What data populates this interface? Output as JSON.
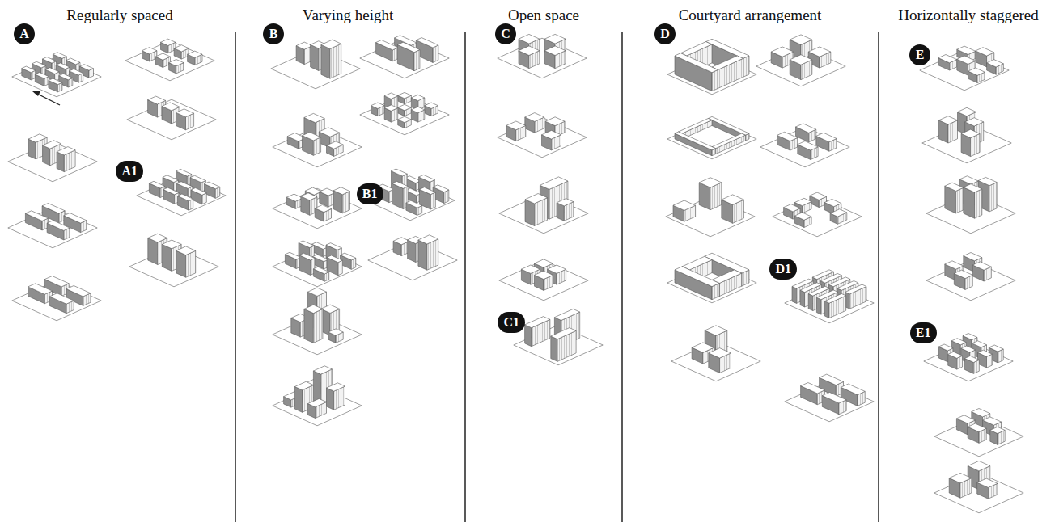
{
  "diagram": {
    "nodes": [
      {
        "text": [
          "A"
        ]
      },
      {
        "text": [
          "A1"
        ]
      },
      {
        "text": [
          "B"
        ]
      },
      {
        "text": [
          "B1"
        ]
      },
      {
        "text": [
          "C"
        ]
      },
      {
        "text": [
          "C1"
        ]
      },
      {
        "text": [
          "D"
        ]
      },
      {
        "text": [
          "D1"
        ]
      },
      {
        "text": [
          "E"
        ]
      },
      {
        "text": [
          "E1"
        ]
      }
    ],
    "labels": [
      "Regularly spaced",
      "Varying height",
      "Open space",
      "Courtyard arrangement",
      "Horizontally staggered"
    ]
  }
}
